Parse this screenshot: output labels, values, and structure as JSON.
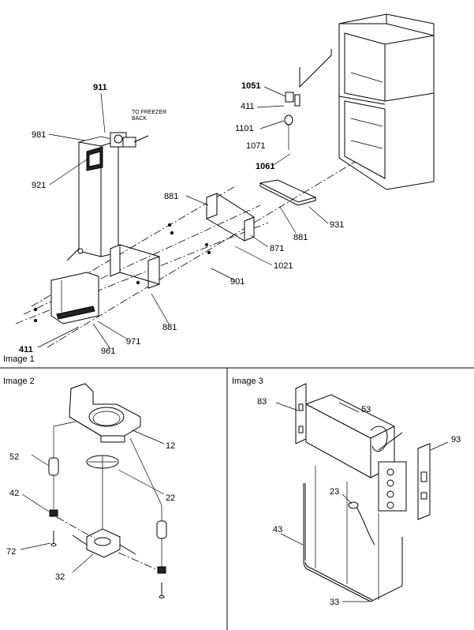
{
  "panels": {
    "image1": {
      "title": "Image 1"
    },
    "image2": {
      "title": "Image 2"
    },
    "image3": {
      "title": "Image 3"
    }
  },
  "image1_labels": {
    "p911": "911",
    "to_freezer": "TO FREEZER",
    "back": "BACK",
    "p981": "981",
    "p921": "921",
    "p1051": "1051",
    "p411_top": "411",
    "p1101": "1101",
    "p1071": "1071",
    "p1061": "1061",
    "p881_a": "881",
    "p881_b": "881",
    "p931": "931",
    "p871": "871",
    "p1021": "1021",
    "p901": "901",
    "p881_c": "881",
    "p971": "971",
    "p961": "961",
    "p411_bottom": "411"
  },
  "image2_labels": {
    "p12": "12",
    "p52": "52",
    "p22": "22",
    "p42": "42",
    "p72": "72",
    "p32": "32"
  },
  "image3_labels": {
    "p83": "83",
    "p53": "53",
    "p93": "93",
    "p23": "23",
    "p43": "43",
    "p33": "33"
  }
}
